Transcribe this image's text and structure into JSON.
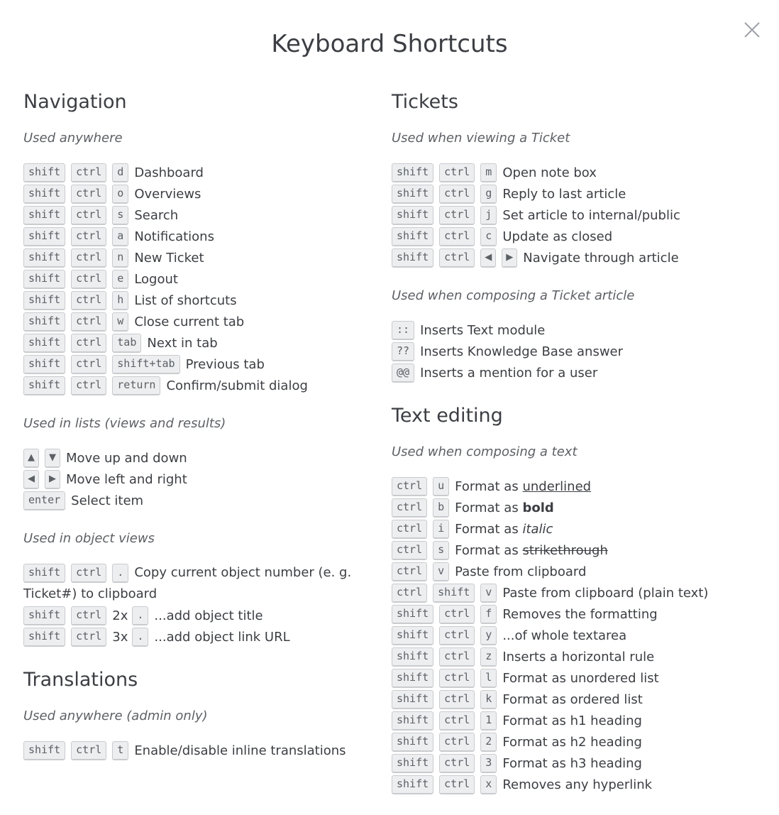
{
  "dialog": {
    "title": "Keyboard Shortcuts",
    "close_icon": "close-icon"
  },
  "navigation": {
    "title": "Navigation",
    "anywhere": {
      "subtitle": "Used anywhere",
      "items": [
        {
          "keys": [
            "shift",
            "ctrl",
            "d"
          ],
          "label": "Dashboard"
        },
        {
          "keys": [
            "shift",
            "ctrl",
            "o"
          ],
          "label": "Overviews"
        },
        {
          "keys": [
            "shift",
            "ctrl",
            "s"
          ],
          "label": "Search"
        },
        {
          "keys": [
            "shift",
            "ctrl",
            "a"
          ],
          "label": "Notifications"
        },
        {
          "keys": [
            "shift",
            "ctrl",
            "n"
          ],
          "label": "New Ticket"
        },
        {
          "keys": [
            "shift",
            "ctrl",
            "e"
          ],
          "label": "Logout"
        },
        {
          "keys": [
            "shift",
            "ctrl",
            "h"
          ],
          "label": "List of shortcuts"
        },
        {
          "keys": [
            "shift",
            "ctrl",
            "w"
          ],
          "label": "Close current tab"
        },
        {
          "keys": [
            "shift",
            "ctrl",
            "tab"
          ],
          "label": "Next in tab"
        },
        {
          "keys": [
            "shift",
            "ctrl",
            "shift+tab"
          ],
          "label": "Previous tab"
        },
        {
          "keys": [
            "shift",
            "ctrl",
            "return"
          ],
          "label": "Confirm/submit dialog"
        }
      ]
    },
    "lists": {
      "subtitle": "Used in lists (views and results)",
      "items": [
        {
          "keys": [
            "▲",
            "▼"
          ],
          "label": "Move up and down"
        },
        {
          "keys": [
            "◀",
            "▶"
          ],
          "label": "Move left and right"
        },
        {
          "keys": [
            "enter"
          ],
          "label": "Select item"
        }
      ]
    },
    "objects": {
      "subtitle": "Used in object views",
      "items": [
        {
          "keys": [
            "shift",
            "ctrl",
            "."
          ],
          "label": "Copy current object number (e. g. Ticket#) to clipboard"
        },
        {
          "keys": [
            "shift",
            "ctrl",
            "."
          ],
          "mult": "2x",
          "label": "...add object title"
        },
        {
          "keys": [
            "shift",
            "ctrl",
            "."
          ],
          "mult": "3x",
          "label": "...add object link URL"
        }
      ]
    }
  },
  "translations": {
    "title": "Translations",
    "subtitle": "Used anywhere (admin only)",
    "items": [
      {
        "keys": [
          "shift",
          "ctrl",
          "t"
        ],
        "label": "Enable/disable inline translations"
      }
    ]
  },
  "tickets": {
    "title": "Tickets",
    "viewing": {
      "subtitle": "Used when viewing a Ticket",
      "items": [
        {
          "keys": [
            "shift",
            "ctrl",
            "m"
          ],
          "label": "Open note box"
        },
        {
          "keys": [
            "shift",
            "ctrl",
            "g"
          ],
          "label": "Reply to last article"
        },
        {
          "keys": [
            "shift",
            "ctrl",
            "j"
          ],
          "label": "Set article to internal/public"
        },
        {
          "keys": [
            "shift",
            "ctrl",
            "c"
          ],
          "label": "Update as closed"
        },
        {
          "keys": [
            "shift",
            "ctrl",
            "◀",
            "▶"
          ],
          "label": "Navigate through article"
        }
      ]
    },
    "composing": {
      "subtitle": "Used when composing a Ticket article",
      "items": [
        {
          "keys": [
            "::"
          ],
          "label": "Inserts Text module"
        },
        {
          "keys": [
            "??"
          ],
          "label": "Inserts Knowledge Base answer"
        },
        {
          "keys": [
            "@@"
          ],
          "label": "Inserts a mention for a user"
        }
      ]
    }
  },
  "text_editing": {
    "title": "Text editing",
    "subtitle": "Used when composing a text",
    "items": [
      {
        "keys": [
          "ctrl",
          "u"
        ],
        "prefix": "Format as ",
        "styled": "underlined",
        "style": "u"
      },
      {
        "keys": [
          "ctrl",
          "b"
        ],
        "prefix": "Format as ",
        "styled": "bold",
        "style": "b"
      },
      {
        "keys": [
          "ctrl",
          "i"
        ],
        "prefix": "Format as ",
        "styled": "italic",
        "style": "i"
      },
      {
        "keys": [
          "ctrl",
          "s"
        ],
        "prefix": "Format as ",
        "styled": "strikethrough",
        "style": "s"
      },
      {
        "keys": [
          "ctrl",
          "v"
        ],
        "label": "Paste from clipboard"
      },
      {
        "keys": [
          "ctrl",
          "shift",
          "v"
        ],
        "label": "Paste from clipboard (plain text)"
      },
      {
        "keys": [
          "shift",
          "ctrl",
          "f"
        ],
        "label": "Removes the formatting"
      },
      {
        "keys": [
          "shift",
          "ctrl",
          "y"
        ],
        "label": "...of whole textarea"
      },
      {
        "keys": [
          "shift",
          "ctrl",
          "z"
        ],
        "label": "Inserts a horizontal rule"
      },
      {
        "keys": [
          "shift",
          "ctrl",
          "l"
        ],
        "label": "Format as unordered list"
      },
      {
        "keys": [
          "shift",
          "ctrl",
          "k"
        ],
        "label": "Format as ordered list"
      },
      {
        "keys": [
          "shift",
          "ctrl",
          "1"
        ],
        "label": "Format as h1 heading"
      },
      {
        "keys": [
          "shift",
          "ctrl",
          "2"
        ],
        "label": "Format as h2 heading"
      },
      {
        "keys": [
          "shift",
          "ctrl",
          "3"
        ],
        "label": "Format as h3 heading"
      },
      {
        "keys": [
          "shift",
          "ctrl",
          "x"
        ],
        "label": "Removes any hyperlink"
      }
    ]
  }
}
